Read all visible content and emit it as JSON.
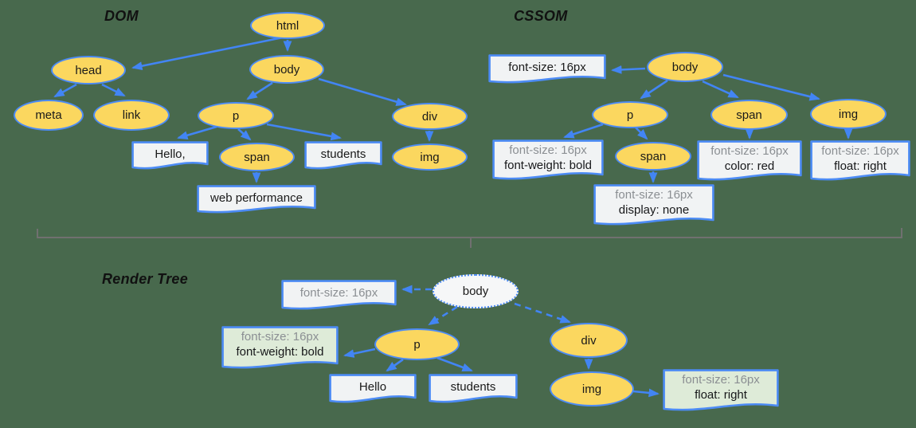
{
  "colors": {
    "background": "#48694D",
    "node_fill": "#FBD75F",
    "node_border": "#4C8BF5",
    "arrow_blue": "#4285F4",
    "note_gray": "#F1F3F4",
    "note_green": "#DEEBD8",
    "render_body_fill": "#F6F7F8",
    "bracket_gray": "#707070",
    "dim_text": "#8B8F93"
  },
  "dom": {
    "title": "DOM",
    "ellipses": {
      "html": "html",
      "head": "head",
      "body": "body",
      "meta": "meta",
      "link": "link",
      "p": "p",
      "span": "span",
      "div": "div",
      "img": "img"
    },
    "notes": {
      "hello": "Hello,",
      "students": "students",
      "webperf": "web performance"
    }
  },
  "cssom": {
    "title": "CSSOM",
    "ellipses": {
      "body": "body",
      "p": "p",
      "span_top": "span",
      "img": "img",
      "span_child": "span"
    },
    "notes": {
      "body_rule": {
        "line1": "font-size: 16px"
      },
      "p_rule": {
        "line1": "font-size: 16px",
        "line2": "font-weight: bold"
      },
      "span_top_rule": {
        "line1": "font-size: 16px",
        "line2": "color: red"
      },
      "img_rule": {
        "line1": "font-size: 16px",
        "line2": "float: right"
      },
      "span_child_rule": {
        "line1": "font-size: 16px",
        "line2": "display: none"
      }
    }
  },
  "render": {
    "title": "Render Tree",
    "ellipses": {
      "body": "body",
      "p": "p",
      "div": "div",
      "img": "img"
    },
    "notes": {
      "body_rule": {
        "line1": "font-size: 16px"
      },
      "p_rule": {
        "line1": "font-size: 16px",
        "line2": "font-weight: bold"
      },
      "hello": "Hello",
      "students": "students",
      "img_rule": {
        "line1": "font-size: 16px",
        "line2": "float: right"
      }
    }
  }
}
